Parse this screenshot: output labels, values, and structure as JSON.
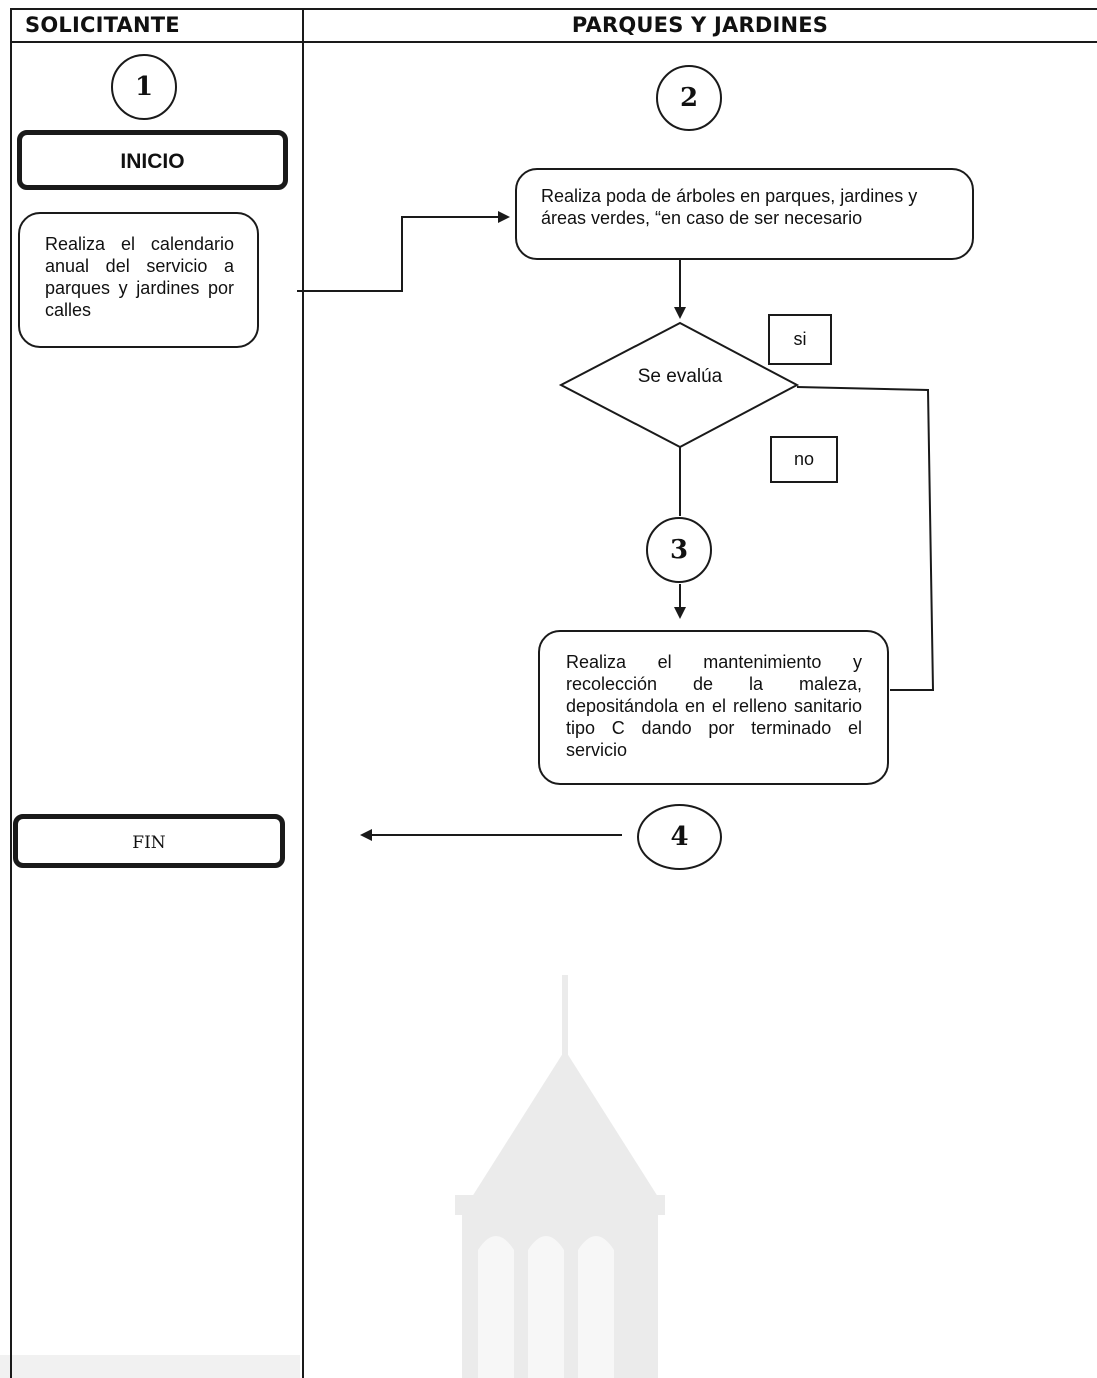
{
  "lanes": {
    "left_title": "SOLICITANTE",
    "right_title": "PARQUES Y JARDINES"
  },
  "connectors": {
    "c1": "1",
    "c2": "2",
    "c3": "3",
    "c4": "4"
  },
  "nodes": {
    "inicio": "INICIO",
    "calendario": "Realiza el calendario anual del servicio a parques y jardines por calles",
    "poda": "Realiza poda de árboles en parques, jardines y áreas verdes, “en caso de ser necesario",
    "decision": "Se evalúa",
    "mantenimiento": "Realiza el mantenimiento y recolección de la maleza, depositándola en el relleno sanitario tipo C dando por terminado el servicio",
    "fin": "FIN"
  },
  "branches": {
    "yes": "si",
    "no": "no"
  },
  "colors": {
    "line": "#1a1a1a",
    "watermark": "#e9e9e9"
  }
}
